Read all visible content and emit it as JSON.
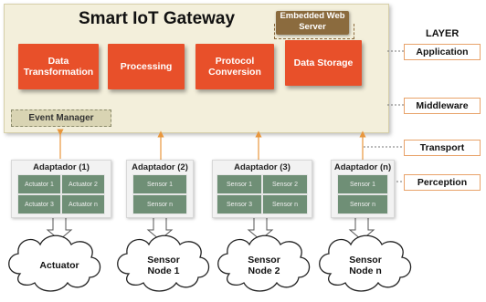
{
  "gateway": {
    "title": "Smart IoT Gateway",
    "web_server": "Embedded Web Server",
    "functions": [
      "Data Transformation",
      "Processing",
      "Protocol Conversion",
      "Data Storage"
    ],
    "event_manager": "Event Manager"
  },
  "layers": {
    "title": "LAYER",
    "items": [
      "Application",
      "Middleware",
      "Transport",
      "Perception"
    ]
  },
  "adapters": [
    {
      "title": "Adaptador (1)",
      "cells": [
        "Actuator 1",
        "Actuator 2",
        "Actuator 3",
        "Actuator n"
      ]
    },
    {
      "title": "Adaptador (2)",
      "cells": [
        "Sensor 1",
        "Sensor n"
      ]
    },
    {
      "title": "Adaptador (3)",
      "cells": [
        "Sensor 1",
        "Sensor 2",
        "Sensor 3",
        "Sensor n"
      ]
    },
    {
      "title": "Adaptador (n)",
      "cells": [
        "Sensor 1",
        "Sensor n"
      ]
    }
  ],
  "clouds": [
    "Actuator",
    "Sensor Node 1",
    "Sensor Node 2",
    "Sensor Node n"
  ],
  "colors": {
    "gateway_bg": "#f3efdb",
    "function_block": "#e8502a",
    "web_server": "#8b6b3e",
    "adapter_cell": "#6f8f76",
    "layer_border": "#e8a36a",
    "arrow": "#e8963c"
  }
}
